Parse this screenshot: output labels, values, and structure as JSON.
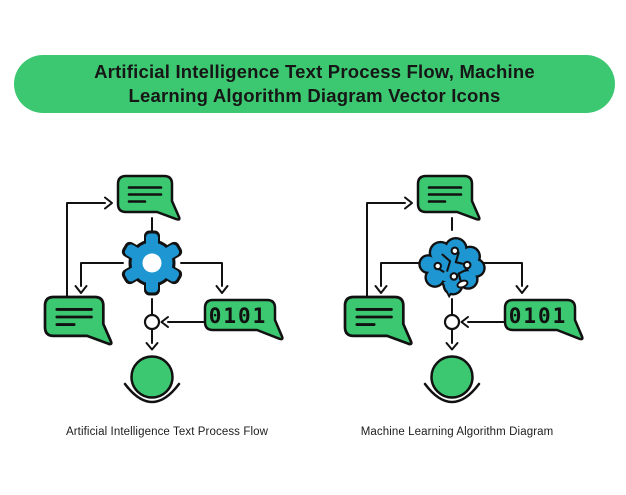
{
  "banner": {
    "title": "Artificial Intelligence Text Process Flow, Machine Learning Algorithm Diagram Vector Icons"
  },
  "colors": {
    "green": "#3cc871",
    "blue": "#1e96d2",
    "outline": "#111111",
    "bg": "#ffffff"
  },
  "diagrams": [
    {
      "id": "ai-text-process-flow",
      "caption": "Artificial Intelligence Text Process Flow",
      "center_icon": "gear-icon",
      "binary_text": "0101",
      "elements": [
        "chat-message-bubble-top",
        "chat-message-bubble-left",
        "gear-processor",
        "binary-data-bubble",
        "merge-node",
        "output-target-circle"
      ]
    },
    {
      "id": "machine-learning-algorithm-diagram",
      "caption": "Machine Learning Algorithm Diagram",
      "center_icon": "brain-icon",
      "binary_text": "0101",
      "elements": [
        "chat-message-bubble-top",
        "chat-message-bubble-left",
        "ai-brain",
        "binary-data-bubble",
        "merge-node",
        "output-target-circle"
      ]
    }
  ]
}
